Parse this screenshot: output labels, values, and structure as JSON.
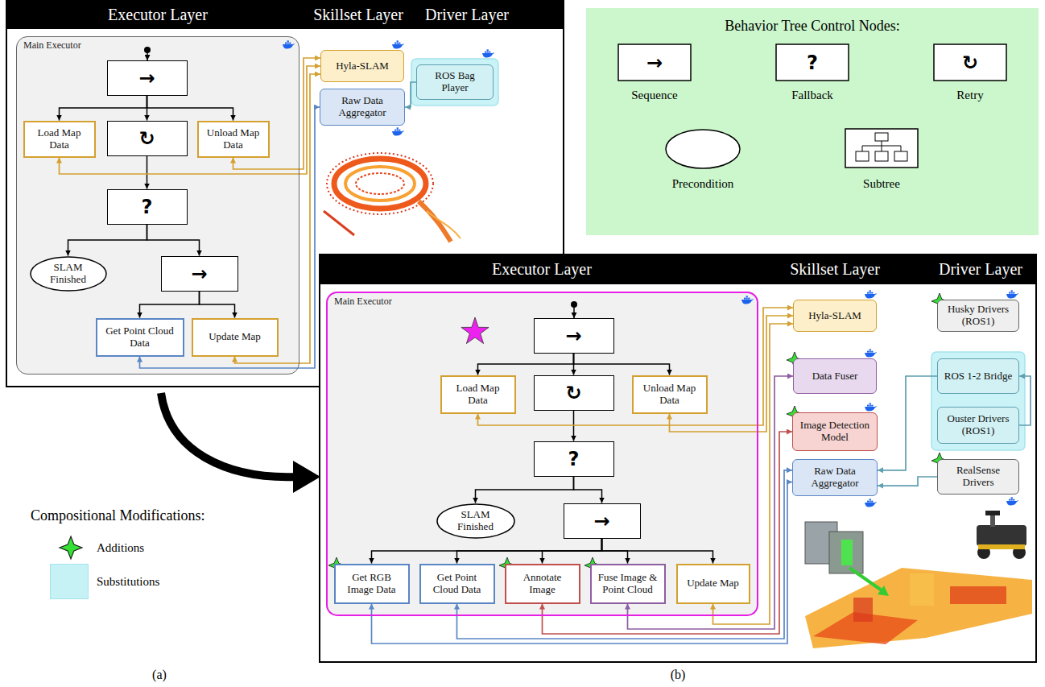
{
  "diagram": {
    "nodes": [
      {
        "text": [
          "Main Executor"
        ]
      },
      {
        "text": [
          "→"
        ],
        "in": 0
      },
      {
        "text": [
          "Load Map Data"
        ],
        "in": 0
      },
      {
        "text": [
          "↻"
        ],
        "in": 0
      },
      {
        "text": [
          "Unload Map Data"
        ],
        "in": 0
      },
      {
        "text": [
          "?"
        ],
        "in": 0
      },
      {
        "text": [
          "SLAM Finished"
        ],
        "in": 0
      },
      {
        "text": [
          "→"
        ],
        "in": 0
      },
      {
        "text": [
          "Get Point Cloud Data"
        ],
        "in": 0
      },
      {
        "text": [
          "Update Map"
        ],
        "in": 0
      },
      {
        "text": [
          "Hyla-SLAM"
        ]
      },
      {
        "text": [
          "Raw Data Aggregator"
        ]
      },
      {
        "text": [
          "ROS Bag Player"
        ]
      },
      {
        "text": [
          "Main Executor"
        ]
      },
      {
        "text": [
          "→"
        ],
        "in": 13
      },
      {
        "text": [
          "Load Map Data"
        ],
        "in": 13
      },
      {
        "text": [
          "↻"
        ],
        "in": 13
      },
      {
        "text": [
          "Unload Map Data"
        ],
        "in": 13
      },
      {
        "text": [
          "?"
        ],
        "in": 13
      },
      {
        "text": [
          "SLAM Finished"
        ],
        "in": 13
      },
      {
        "text": [
          "→"
        ],
        "in": 13
      },
      {
        "text": [
          "Get RGB Image Data"
        ],
        "in": 13
      },
      {
        "text": [
          "Get Point Cloud Data"
        ],
        "in": 13
      },
      {
        "text": [
          "Annotate Image"
        ],
        "in": 13
      },
      {
        "text": [
          "Fuse Image & Point Cloud"
        ],
        "in": 13
      },
      {
        "text": [
          "Update Map"
        ],
        "in": 13
      },
      {
        "text": [
          "Hyla-SLAM"
        ]
      },
      {
        "text": [
          "Data Fuser"
        ]
      },
      {
        "text": [
          "Image Detection Model"
        ]
      },
      {
        "text": [
          "Raw Data Aggregator"
        ]
      },
      {
        "text": [
          "Husky Drivers (ROS1)"
        ]
      },
      {
        "text": [
          "ROS 1-2 Bridge"
        ]
      },
      {
        "text": [
          "Ouster Drivers (ROS1)"
        ]
      },
      {
        "text": [
          "RealSense Drivers"
        ]
      }
    ],
    "edges": [
      {
        "from": 1,
        "to": 2,
        "arrow": "to"
      },
      {
        "from": 1,
        "to": 3,
        "arrow": "to"
      },
      {
        "from": 1,
        "to": 4,
        "arrow": "to"
      },
      {
        "from": 3,
        "to": 5,
        "arrow": "to"
      },
      {
        "from": 5,
        "to": 6,
        "arrow": "to"
      },
      {
        "from": 5,
        "to": 7,
        "arrow": "to"
      },
      {
        "from": 7,
        "to": 8,
        "arrow": "to"
      },
      {
        "from": 7,
        "to": 9,
        "arrow": "to"
      },
      {
        "from": 2,
        "to": 10,
        "arrow": "both"
      },
      {
        "from": 4,
        "to": 10,
        "arrow": "both"
      },
      {
        "from": 9,
        "to": 10,
        "arrow": "both"
      },
      {
        "from": 8,
        "to": 11,
        "arrow": "both"
      },
      {
        "from": 12,
        "to": 11,
        "arrow": "to"
      },
      {
        "from": 14,
        "to": 15,
        "arrow": "to"
      },
      {
        "from": 14,
        "to": 16,
        "arrow": "to"
      },
      {
        "from": 14,
        "to": 17,
        "arrow": "to"
      },
      {
        "from": 16,
        "to": 18,
        "arrow": "to"
      },
      {
        "from": 18,
        "to": 19,
        "arrow": "to"
      },
      {
        "from": 18,
        "to": 20,
        "arrow": "to"
      },
      {
        "from": 20,
        "to": 21,
        "arrow": "to"
      },
      {
        "from": 20,
        "to": 22,
        "arrow": "to"
      },
      {
        "from": 20,
        "to": 23,
        "arrow": "to"
      },
      {
        "from": 20,
        "to": 24,
        "arrow": "to"
      },
      {
        "from": 20,
        "to": 25,
        "arrow": "to"
      },
      {
        "from": 15,
        "to": 26,
        "arrow": "both"
      },
      {
        "from": 17,
        "to": 26,
        "arrow": "both"
      },
      {
        "from": 25,
        "to": 26,
        "arrow": "both"
      },
      {
        "from": 24,
        "to": 27,
        "arrow": "both"
      },
      {
        "from": 23,
        "to": 28,
        "arrow": "both"
      },
      {
        "from": 22,
        "to": 29,
        "arrow": "both"
      },
      {
        "from": 21,
        "to": 29,
        "arrow": "both"
      },
      {
        "from": 31,
        "to": 29,
        "arrow": "to"
      },
      {
        "from": 33,
        "to": 29,
        "arrow": "to"
      },
      {
        "from": 32,
        "to": 31,
        "arrow": "to"
      }
    ],
    "labels": [
      "Executor Layer",
      "Skillset Layer",
      "Driver Layer",
      "Executor Layer",
      "Skillset Layer",
      "Driver Layer",
      "Behavior Tree Control Nodes:",
      "→",
      "?",
      "↻",
      "Compositional Modifications:",
      "(a)",
      "(b)"
    ],
    "legend": [
      {
        "text": "Sequence"
      },
      {
        "text": "Fallback"
      },
      {
        "text": "Retry"
      },
      {
        "text": "Precondition"
      },
      {
        "text": "Subtree"
      },
      {
        "text": "Additions"
      },
      {
        "text": "Substitutions",
        "color": "#c6f1f5"
      }
    ]
  }
}
